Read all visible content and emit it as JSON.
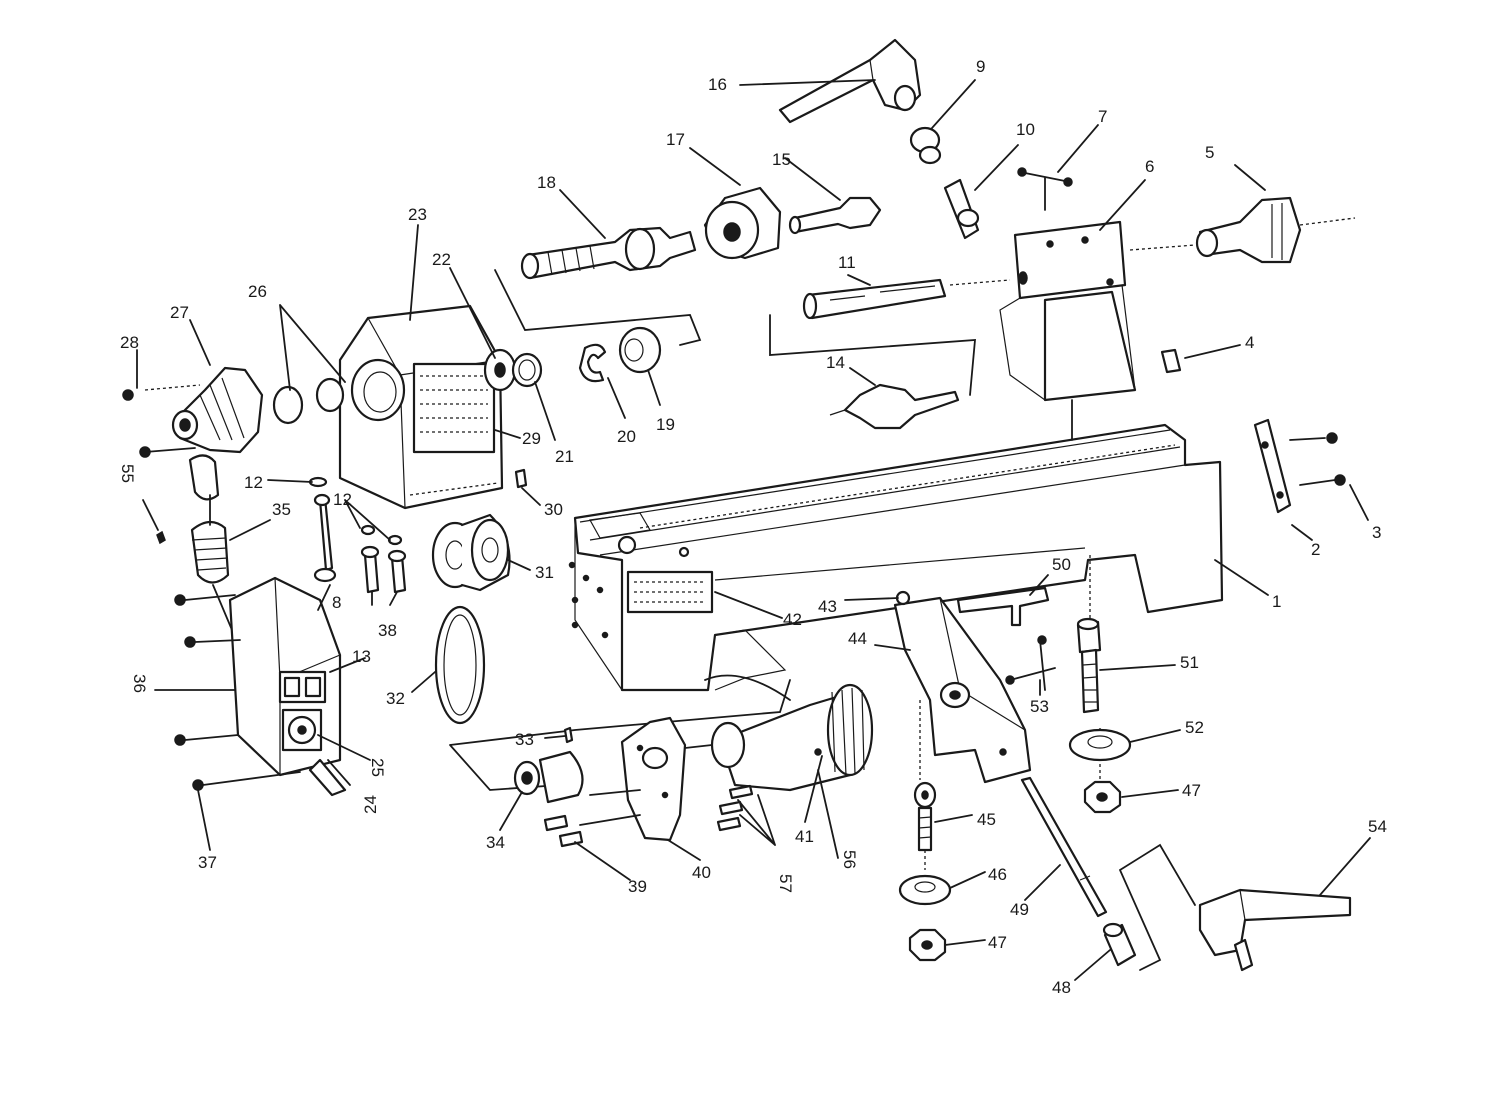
{
  "diagram": {
    "callouts": [
      {
        "id": "c1",
        "text": "1"
      },
      {
        "id": "c2",
        "text": "2"
      },
      {
        "id": "c3",
        "text": "3"
      },
      {
        "id": "c4",
        "text": "4"
      },
      {
        "id": "c5",
        "text": "5"
      },
      {
        "id": "c6",
        "text": "6"
      },
      {
        "id": "c7",
        "text": "7"
      },
      {
        "id": "c8",
        "text": "8"
      },
      {
        "id": "c9",
        "text": "9"
      },
      {
        "id": "c10",
        "text": "10"
      },
      {
        "id": "c11",
        "text": "11"
      },
      {
        "id": "c12a",
        "text": "12"
      },
      {
        "id": "c12b",
        "text": "12"
      },
      {
        "id": "c13",
        "text": "13"
      },
      {
        "id": "c14",
        "text": "14"
      },
      {
        "id": "c15",
        "text": "15"
      },
      {
        "id": "c16",
        "text": "16"
      },
      {
        "id": "c17",
        "text": "17"
      },
      {
        "id": "c18",
        "text": "18"
      },
      {
        "id": "c19",
        "text": "19"
      },
      {
        "id": "c20",
        "text": "20"
      },
      {
        "id": "c21",
        "text": "21"
      },
      {
        "id": "c22",
        "text": "22"
      },
      {
        "id": "c23",
        "text": "23"
      },
      {
        "id": "c24",
        "text": "24"
      },
      {
        "id": "c25",
        "text": "25"
      },
      {
        "id": "c26",
        "text": "26"
      },
      {
        "id": "c27",
        "text": "27"
      },
      {
        "id": "c28",
        "text": "28"
      },
      {
        "id": "c29",
        "text": "29"
      },
      {
        "id": "c30",
        "text": "30"
      },
      {
        "id": "c31",
        "text": "31"
      },
      {
        "id": "c32",
        "text": "32"
      },
      {
        "id": "c33",
        "text": "33"
      },
      {
        "id": "c34",
        "text": "34"
      },
      {
        "id": "c35",
        "text": "35"
      },
      {
        "id": "c36",
        "text": "36"
      },
      {
        "id": "c37",
        "text": "37"
      },
      {
        "id": "c38",
        "text": "38"
      },
      {
        "id": "c39",
        "text": "39"
      },
      {
        "id": "c40",
        "text": "40"
      },
      {
        "id": "c41",
        "text": "41"
      },
      {
        "id": "c42",
        "text": "42"
      },
      {
        "id": "c43",
        "text": "43"
      },
      {
        "id": "c44",
        "text": "44"
      },
      {
        "id": "c45",
        "text": "45"
      },
      {
        "id": "c46",
        "text": "46"
      },
      {
        "id": "c47a",
        "text": "47"
      },
      {
        "id": "c47b",
        "text": "47"
      },
      {
        "id": "c48",
        "text": "48"
      },
      {
        "id": "c49",
        "text": "49"
      },
      {
        "id": "c50",
        "text": "50"
      },
      {
        "id": "c51",
        "text": "51"
      },
      {
        "id": "c52",
        "text": "52"
      },
      {
        "id": "c53",
        "text": "53"
      },
      {
        "id": "c54",
        "text": "54"
      },
      {
        "id": "c55",
        "text": "55"
      },
      {
        "id": "c56",
        "text": "56"
      },
      {
        "id": "c57",
        "text": "57"
      }
    ]
  }
}
